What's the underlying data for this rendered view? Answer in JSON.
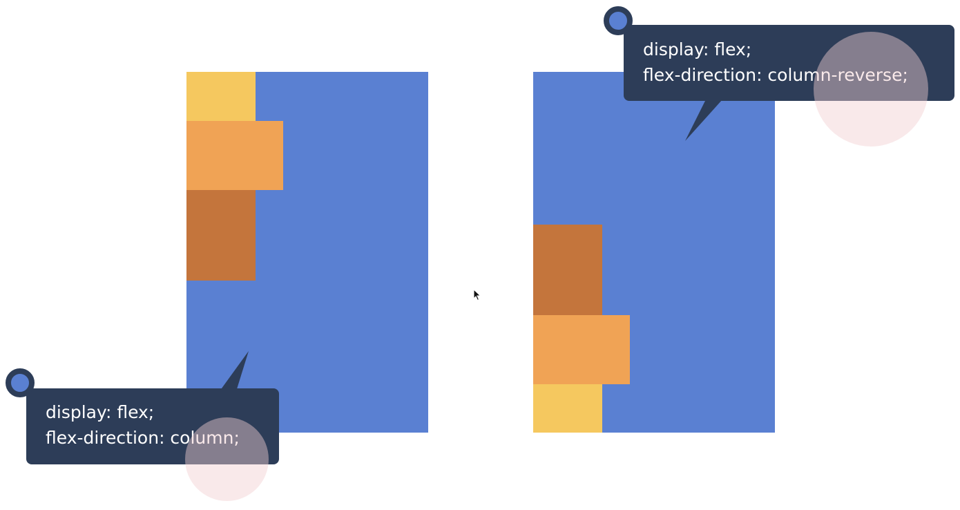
{
  "colors": {
    "container": "#5a80d2",
    "item_1": "#f5c85f",
    "item_2": "#f0a355",
    "item_3": "#c4753c",
    "callout": "#2d3d58",
    "dot": "#5a80d2",
    "highlight": "#f1cfd0"
  },
  "diagram_left": {
    "items": [
      "item_1",
      "item_2",
      "item_3"
    ],
    "callout": {
      "line_1": "display: flex;",
      "line_2": "flex-direction: column;"
    }
  },
  "diagram_right": {
    "items": [
      "item_3",
      "item_2",
      "item_1"
    ],
    "callout": {
      "line_1": "display: flex;",
      "line_2": "flex-direction: column-reverse;"
    }
  },
  "icons": {
    "cursor": "mouse-pointer-icon"
  }
}
